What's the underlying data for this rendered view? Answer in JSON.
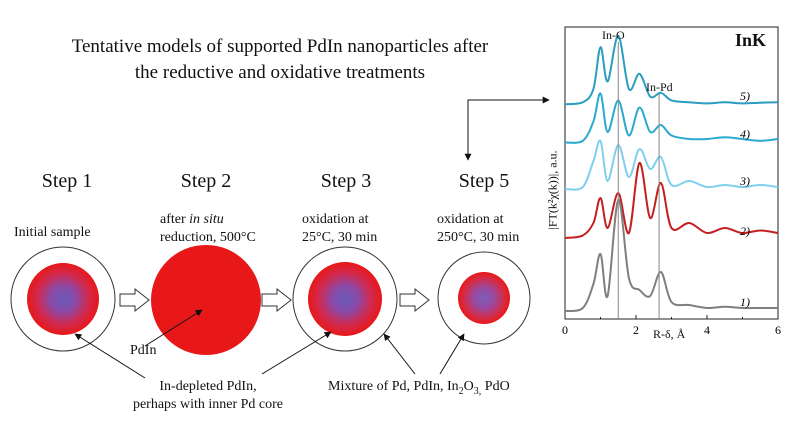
{
  "title": {
    "line1": "Tentative models of supported PdIn nanoparticles after",
    "line2": "the reductive and oxidative treatments"
  },
  "steps": [
    {
      "label": "Step 1",
      "caption": "Initial sample"
    },
    {
      "label": "Step 2",
      "caption_pre": "after ",
      "caption_italic": "in situ",
      "caption_line2": "reduction, 500°C"
    },
    {
      "label": "Step 3",
      "caption_line1": "oxidation at",
      "caption_line2": "25°C, 30 min"
    },
    {
      "label": "Step 5",
      "caption_line1": "oxidation at",
      "caption_line2": "250°C, 30 min"
    }
  ],
  "labels": {
    "pdin": "PdIn",
    "depleted_line1": "In-depleted PdIn,",
    "depleted_line2": "perhaps with inner Pd core",
    "mixture_pre": "Mixture of Pd, PdIn, In",
    "mixture_sub1": "2",
    "mixture_mid": "O",
    "mixture_sub2": "3,",
    "mixture_post": " PdO"
  },
  "colors": {
    "particle_red": "#e81818",
    "core_purple": "#7a5ab4",
    "curve_5": "#2a9dc0",
    "curve_4": "#2ba9cf",
    "curve_3": "#7fd0ee",
    "curve_2": "#c42020",
    "curve_1": "#7f7f7f"
  },
  "chart_data": {
    "type": "line",
    "title": "InK",
    "xlabel": "R-δ, Å",
    "ylabel": "|FT(k²χ(k))|, a.u.",
    "xlim": [
      0,
      6
    ],
    "xticks": [
      "0",
      "2",
      "4",
      "6"
    ],
    "annotations": [
      {
        "text": "In-O",
        "x": 1.5
      },
      {
        "text": "In-Pd",
        "x": 2.65
      }
    ],
    "series": [
      {
        "name": "5)",
        "x": [
          0,
          0.5,
          0.8,
          1.0,
          1.2,
          1.5,
          1.8,
          2.1,
          2.4,
          2.7,
          3.0,
          3.5,
          4.0,
          4.5,
          5.0,
          5.5,
          6.0
        ],
        "y": [
          0.1,
          0.15,
          0.5,
          1.6,
          0.7,
          1.9,
          0.5,
          0.9,
          0.3,
          0.4,
          0.2,
          0.15,
          0.12,
          0.15,
          0.12,
          0.14,
          0.15
        ]
      },
      {
        "name": "4)",
        "x": [
          0,
          0.5,
          0.8,
          1.0,
          1.2,
          1.5,
          1.8,
          2.1,
          2.4,
          2.7,
          3.0,
          3.5,
          4.0,
          4.5,
          5.0,
          5.5,
          6.0
        ],
        "y": [
          0.1,
          0.15,
          0.7,
          1.5,
          0.4,
          1.3,
          0.3,
          1.1,
          0.4,
          0.6,
          0.3,
          0.2,
          0.2,
          0.25,
          0.2,
          0.15,
          0.2
        ]
      },
      {
        "name": "3)",
        "x": [
          0,
          0.5,
          0.8,
          1.0,
          1.2,
          1.5,
          1.8,
          2.1,
          2.4,
          2.7,
          3.0,
          3.5,
          4.0,
          4.5,
          5.0,
          5.5,
          6.0
        ],
        "y": [
          0.1,
          0.15,
          0.8,
          1.3,
          0.3,
          1.2,
          0.4,
          1.1,
          0.6,
          0.9,
          0.2,
          0.3,
          0.15,
          0.2,
          0.15,
          0.2,
          0.15
        ]
      },
      {
        "name": "2)",
        "x": [
          0,
          0.5,
          0.8,
          1.0,
          1.2,
          1.5,
          1.8,
          2.1,
          2.4,
          2.7,
          3.0,
          3.5,
          4.0,
          4.5,
          5.0,
          5.5,
          6.0
        ],
        "y": [
          0.1,
          0.15,
          0.4,
          0.9,
          0.3,
          1.0,
          0.2,
          1.6,
          0.5,
          1.2,
          0.3,
          0.4,
          0.2,
          0.3,
          0.2,
          0.25,
          0.2
        ]
      },
      {
        "name": "1)",
        "x": [
          0,
          0.5,
          0.8,
          1.0,
          1.2,
          1.5,
          1.8,
          2.1,
          2.4,
          2.7,
          3.0,
          3.5,
          4.0,
          4.5,
          5.0,
          5.5,
          6.0
        ],
        "y": [
          0.05,
          0.1,
          0.5,
          1.0,
          0.3,
          1.9,
          0.6,
          0.4,
          0.3,
          0.7,
          0.2,
          0.15,
          0.1,
          0.12,
          0.1,
          0.1,
          0.1
        ]
      }
    ]
  }
}
